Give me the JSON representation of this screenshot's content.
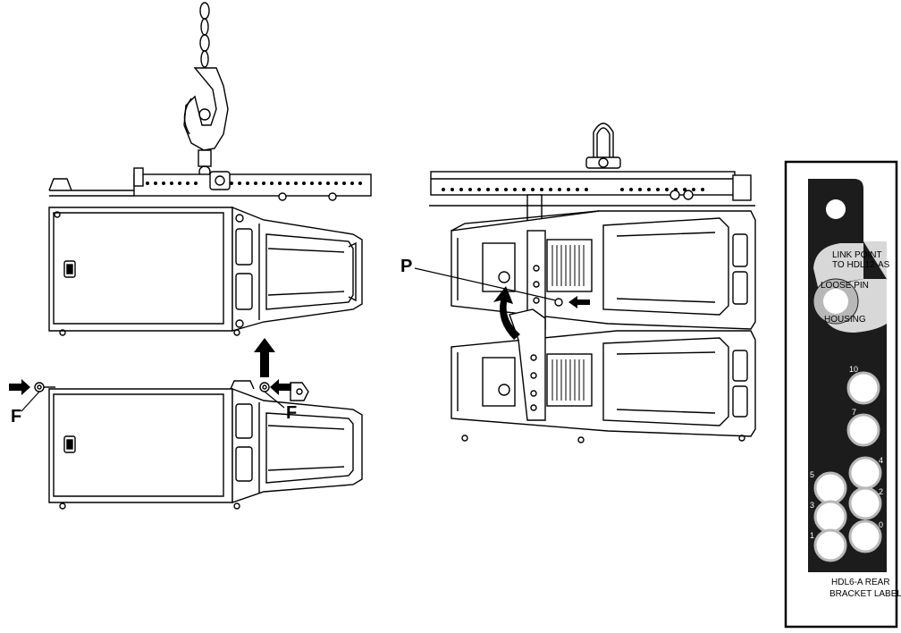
{
  "labels": {
    "f_left": "F",
    "f_right": "F",
    "p": "P"
  },
  "rear_label": {
    "link_point_line1": "LINK POINT",
    "link_point_line2": "TO HDL12-AS",
    "loose_pin_line1": "LOOSE PIN",
    "loose_pin_line2": "HOUSING",
    "caption_line1": "HDL6-A REAR",
    "caption_line2": "BRACKET LABEL",
    "holes": [
      "10",
      "7",
      "5",
      "4",
      "3",
      "2",
      "1",
      "0"
    ]
  },
  "colors": {
    "line": "#000000",
    "label_fill": "#1c1c1c",
    "plate_fill": "#d8d8d8"
  }
}
